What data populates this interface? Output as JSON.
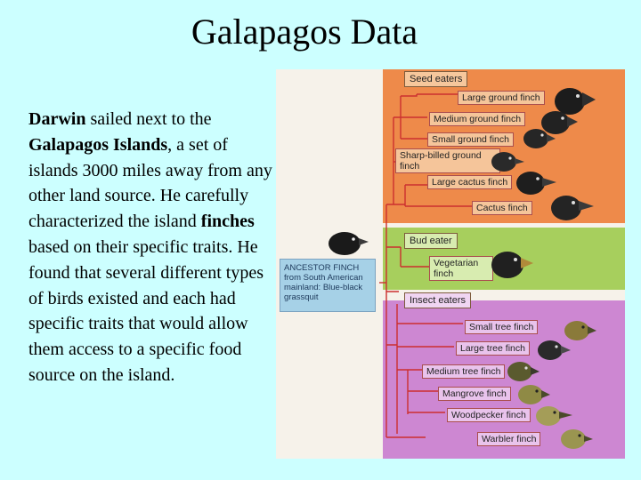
{
  "slide": {
    "title": "Galapagos Data",
    "body": {
      "p1": "Darwin",
      "p2": " sailed next to the ",
      "p3": "Galapagos Islands",
      "p4": ", a set of islands 3000 miles away from any other land source. He carefully characterized the island ",
      "p5": "finches",
      "p6": " based on their specific traits. He found that several different types of birds existed and each had specific traits that would allow them access to a specific food source on the island."
    }
  },
  "figure": {
    "groups": {
      "seed": "Seed eaters",
      "bud": "Bud eater",
      "insect": "Insect eaters"
    },
    "ancestor": "ANCESTOR FINCH from South American mainland: Blue-black grassquit",
    "species": [
      {
        "label": "Large ground finch",
        "group": "seed",
        "color": "#1c1c1c"
      },
      {
        "label": "Medium ground finch",
        "group": "seed",
        "color": "#222222"
      },
      {
        "label": "Small ground finch",
        "group": "seed",
        "color": "#262626"
      },
      {
        "label": "Sharp-billed ground finch",
        "group": "seed",
        "color": "#2a2a2a"
      },
      {
        "label": "Large cactus finch",
        "group": "seed",
        "color": "#1e1e1e"
      },
      {
        "label": "Cactus finch",
        "group": "seed",
        "color": "#242424"
      },
      {
        "label": "Vegetarian finch",
        "group": "bud",
        "color": "#202020"
      },
      {
        "label": "Small tree finch",
        "group": "insect",
        "color": "#8a7a3a"
      },
      {
        "label": "Large tree finch",
        "group": "insect",
        "color": "#2a2a2a"
      },
      {
        "label": "Medium tree finch",
        "group": "insect",
        "color": "#5a5a2e"
      },
      {
        "label": "Mangrove finch",
        "group": "insect",
        "color": "#8f8a45"
      },
      {
        "label": "Woodpecker finch",
        "group": "insect",
        "color": "#a49d58"
      },
      {
        "label": "Warbler finch",
        "group": "insect",
        "color": "#9a9550"
      }
    ]
  }
}
